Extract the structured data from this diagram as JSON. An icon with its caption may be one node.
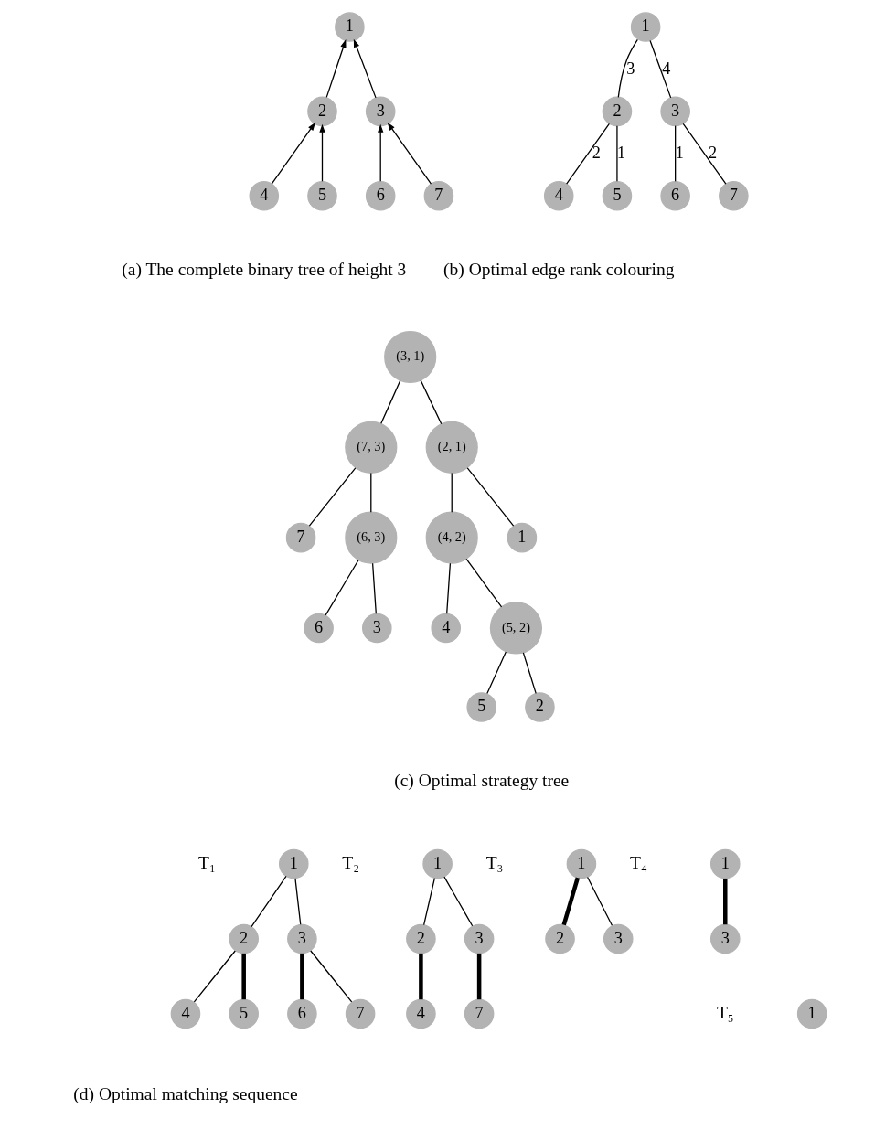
{
  "diagram": {
    "nodes": [
      {
        "text": [
          "1"
        ]
      },
      {
        "text": [
          "2"
        ]
      },
      {
        "text": [
          "3"
        ]
      },
      {
        "text": [
          "4"
        ]
      },
      {
        "text": [
          "5"
        ]
      },
      {
        "text": [
          "6"
        ]
      },
      {
        "text": [
          "7"
        ]
      },
      {
        "text": [
          "1"
        ]
      },
      {
        "text": [
          "2"
        ]
      },
      {
        "text": [
          "3"
        ]
      },
      {
        "text": [
          "4"
        ]
      },
      {
        "text": [
          "5"
        ]
      },
      {
        "text": [
          "6"
        ]
      },
      {
        "text": [
          "7"
        ]
      },
      {
        "text": [
          "(3, 1)"
        ]
      },
      {
        "text": [
          "(7, 3)"
        ]
      },
      {
        "text": [
          "(2, 1)"
        ]
      },
      {
        "text": [
          "7"
        ]
      },
      {
        "text": [
          "(6, 3)"
        ]
      },
      {
        "text": [
          "(4, 2)"
        ]
      },
      {
        "text": [
          "1"
        ]
      },
      {
        "text": [
          "6"
        ]
      },
      {
        "text": [
          "3"
        ]
      },
      {
        "text": [
          "4"
        ]
      },
      {
        "text": [
          "(5, 2)"
        ]
      },
      {
        "text": [
          "5"
        ]
      },
      {
        "text": [
          "2"
        ]
      },
      {
        "text": [
          "1"
        ]
      },
      {
        "text": [
          "2"
        ]
      },
      {
        "text": [
          "3"
        ]
      },
      {
        "text": [
          "4"
        ]
      },
      {
        "text": [
          "5"
        ]
      },
      {
        "text": [
          "6"
        ]
      },
      {
        "text": [
          "7"
        ]
      },
      {
        "text": [
          "1"
        ]
      },
      {
        "text": [
          "2"
        ]
      },
      {
        "text": [
          "3"
        ]
      },
      {
        "text": [
          "4"
        ]
      },
      {
        "text": [
          "7"
        ]
      },
      {
        "text": [
          "1"
        ]
      },
      {
        "text": [
          "2"
        ]
      },
      {
        "text": [
          "3"
        ]
      },
      {
        "text": [
          "1"
        ]
      },
      {
        "text": [
          "3"
        ]
      },
      {
        "text": [
          "1"
        ]
      }
    ],
    "edges": [
      {
        "from": 1,
        "to": 0,
        "arrow": "to"
      },
      {
        "from": 2,
        "to": 0,
        "arrow": "to"
      },
      {
        "from": 3,
        "to": 1,
        "arrow": "to"
      },
      {
        "from": 4,
        "to": 1,
        "arrow": "to"
      },
      {
        "from": 5,
        "to": 2,
        "arrow": "to"
      },
      {
        "from": 6,
        "to": 2,
        "arrow": "to"
      },
      {
        "from": 7,
        "to": 8,
        "arrow": "none",
        "label": "3"
      },
      {
        "from": 7,
        "to": 9,
        "arrow": "none",
        "label": "4"
      },
      {
        "from": 8,
        "to": 10,
        "arrow": "none",
        "label": "2"
      },
      {
        "from": 8,
        "to": 11,
        "arrow": "none",
        "label": "1"
      },
      {
        "from": 9,
        "to": 12,
        "arrow": "none",
        "label": "1"
      },
      {
        "from": 9,
        "to": 13,
        "arrow": "none",
        "label": "2"
      },
      {
        "from": 14,
        "to": 15,
        "arrow": "none"
      },
      {
        "from": 14,
        "to": 16,
        "arrow": "none"
      },
      {
        "from": 15,
        "to": 17,
        "arrow": "none"
      },
      {
        "from": 15,
        "to": 18,
        "arrow": "none"
      },
      {
        "from": 16,
        "to": 19,
        "arrow": "none"
      },
      {
        "from": 16,
        "to": 20,
        "arrow": "none"
      },
      {
        "from": 18,
        "to": 21,
        "arrow": "none"
      },
      {
        "from": 18,
        "to": 22,
        "arrow": "none"
      },
      {
        "from": 19,
        "to": 23,
        "arrow": "none"
      },
      {
        "from": 19,
        "to": 24,
        "arrow": "none"
      },
      {
        "from": 24,
        "to": 25,
        "arrow": "none"
      },
      {
        "from": 24,
        "to": 26,
        "arrow": "none"
      },
      {
        "from": 27,
        "to": 28,
        "arrow": "none"
      },
      {
        "from": 27,
        "to": 29,
        "arrow": "none"
      },
      {
        "from": 28,
        "to": 30,
        "arrow": "none"
      },
      {
        "from": 28,
        "to": 31,
        "arrow": "none",
        "style": "thick"
      },
      {
        "from": 29,
        "to": 32,
        "arrow": "none",
        "style": "thick"
      },
      {
        "from": 29,
        "to": 33,
        "arrow": "none"
      },
      {
        "from": 34,
        "to": 35,
        "arrow": "none"
      },
      {
        "from": 34,
        "to": 36,
        "arrow": "none"
      },
      {
        "from": 35,
        "to": 37,
        "arrow": "none",
        "style": "thick"
      },
      {
        "from": 36,
        "to": 38,
        "arrow": "none",
        "style": "thick"
      },
      {
        "from": 39,
        "to": 40,
        "arrow": "none",
        "style": "thick"
      },
      {
        "from": 39,
        "to": 41,
        "arrow": "none"
      },
      {
        "from": 42,
        "to": 43,
        "arrow": "none",
        "style": "thick"
      }
    ],
    "labels": [
      "(a) The complete binary tree of height 3",
      "(b) Optimal edge rank colouring",
      "(c) Optimal strategy tree",
      "T₁",
      "T₂",
      "T₃",
      "T₄",
      "T₅",
      "(d) Optimal matching sequence"
    ]
  }
}
